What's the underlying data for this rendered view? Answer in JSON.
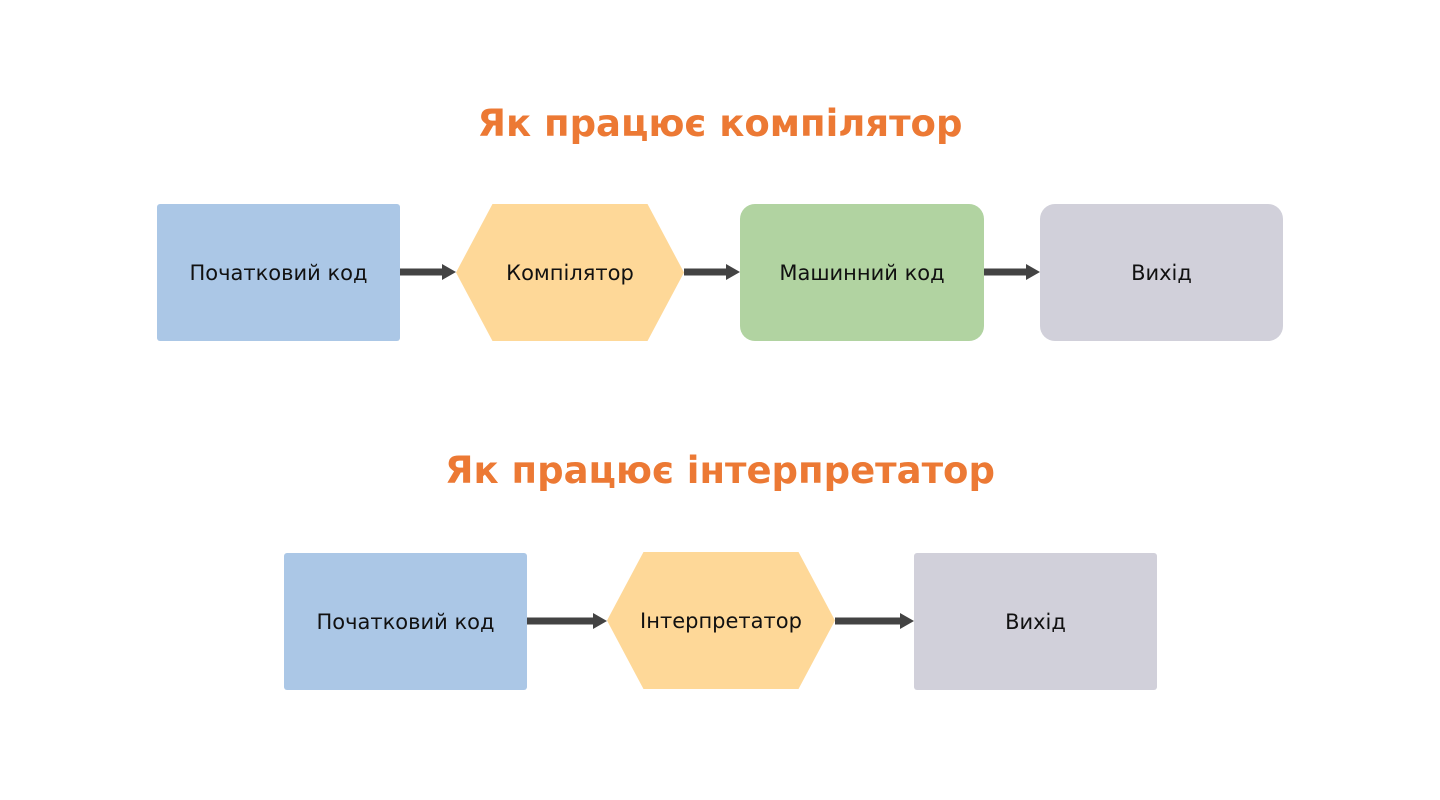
{
  "colors": {
    "title": "#ec7934",
    "source": "#abc7e6",
    "processor": "#fed898",
    "machine": "#b1d3a1",
    "output": "#d1d0da",
    "arrow": "#434343"
  },
  "compiler_section": {
    "title": "Як працює компілятор",
    "nodes": {
      "source": "Початковий код",
      "compiler": "Компілятор",
      "machine_code": "Машинний код",
      "output": "Вихід"
    }
  },
  "interpreter_section": {
    "title": "Як працює інтерпретатор",
    "nodes": {
      "source": "Початковий код",
      "interpreter": "Інтерпретатор",
      "output": "Вихід"
    }
  }
}
